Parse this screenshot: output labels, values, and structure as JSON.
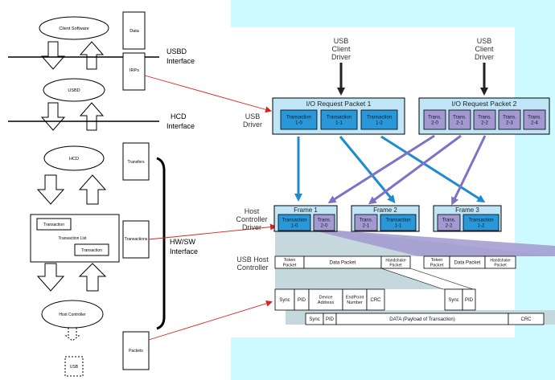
{
  "left": {
    "client_software": "Client Software",
    "data": "Data",
    "usbd_interface": [
      "USBD",
      "Interface"
    ],
    "irps": "IRPs",
    "usbd": "USBD",
    "hcd_interface": [
      "HCD",
      "Interface"
    ],
    "hcd": "HCD",
    "transfers": "Transfers",
    "transaction_a": "Transaction",
    "transaction_list": "Transaction List",
    "transaction_b": "Transaction",
    "transactions": "Transactions",
    "hwsw_interface": [
      "HW/SW",
      "Interface"
    ],
    "host_controller": "Host Controller",
    "packets": "Packets",
    "usb": "USB"
  },
  "right": {
    "usb_client_driver_1": [
      "USB",
      "Client",
      "Driver"
    ],
    "usb_client_driver_2": [
      "USB",
      "Client",
      "Driver"
    ],
    "usb_driver": [
      "USB",
      "Driver"
    ],
    "irp1_title": "I/O Request Packet 1",
    "irp1_items": [
      [
        "Transaction",
        "1-0"
      ],
      [
        "Transaction",
        "1-1"
      ],
      [
        "Transaction",
        "1-2"
      ]
    ],
    "irp2_title": "I/O Request Packet 2",
    "irp2_items": [
      [
        "Trans.",
        "2-0"
      ],
      [
        "Trans.",
        "2-1"
      ],
      [
        "Trans.",
        "2-2"
      ],
      [
        "Trans.",
        "2-3"
      ],
      [
        "Trans.",
        "2-4"
      ]
    ],
    "host_controller_driver": [
      "Host",
      "Controller",
      "Driver"
    ],
    "frame1": "Frame 1",
    "frame1_items": [
      [
        "Transaction",
        "1-0"
      ],
      [
        "Trans.",
        "2-0"
      ]
    ],
    "frame2": "Frame 2",
    "frame2_items": [
      [
        "Trans.",
        "2-1"
      ],
      [
        "Transaction",
        "1-1"
      ]
    ],
    "frame3": "Frame 3",
    "frame3_items": [
      [
        "Trans.",
        "2-2"
      ],
      [
        "Transaction",
        "1-2"
      ]
    ],
    "usb_host_controller": [
      "USB Host",
      "Controller"
    ],
    "token_packet": [
      "Token",
      "Packet"
    ],
    "data_packet": "Data Packet",
    "handshake_packet": [
      "Handshake",
      "Packet"
    ],
    "token_packet_2": [
      "Token",
      "Packet"
    ],
    "data_packet_2": "Data Packet",
    "handshake_packet_2": [
      "Handshake",
      "Packet"
    ],
    "sync": "Sync",
    "pid": "PID",
    "device_address": [
      "Device",
      "Address"
    ],
    "endpoint_number": [
      "EndPoint",
      "Number"
    ],
    "crc": "CRC",
    "sync_2": "Sync",
    "pid_2": "PID",
    "sync_3": "Sync",
    "pid_3": "PID",
    "data_payload": "DATA (Payload of Transaction)",
    "crc_2": "CRC"
  },
  "colors": {
    "cyan_bg": "#ccfaff",
    "irp_blue": "#2a97d8",
    "frame_purple": "#a199cf",
    "arrow_purple": "#7f72c6",
    "box_fill": "#bfe5f6",
    "shade_gray": "#c5d8de",
    "red_link": "#e02020"
  }
}
